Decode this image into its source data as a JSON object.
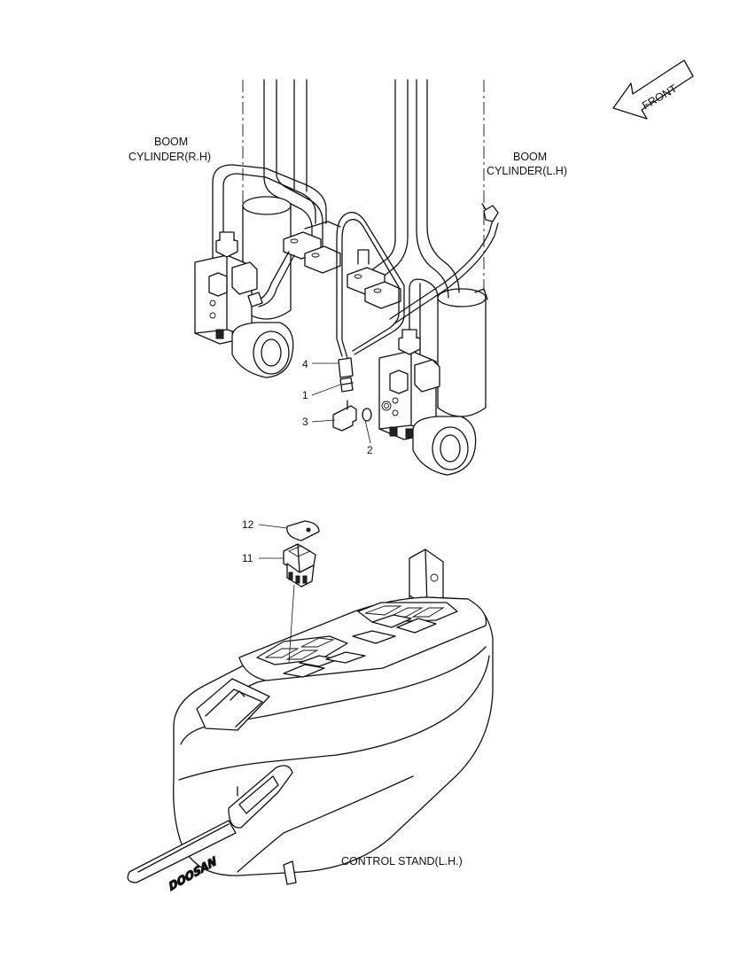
{
  "labels": {
    "boom_rh_line1": "BOOM",
    "boom_rh_line2": "CYLINDER(R.H)",
    "boom_lh_line1": "BOOM",
    "boom_lh_line2": "CYLINDER(L.H)",
    "control_stand": "CONTROL STAND(L.H.)",
    "front_arrow": "FRONT",
    "brand_logo": "DOOSAN"
  },
  "callouts": [
    {
      "id": "1",
      "label": "1"
    },
    {
      "id": "2",
      "label": "2"
    },
    {
      "id": "3",
      "label": "3"
    },
    {
      "id": "4",
      "label": "4"
    },
    {
      "id": "11",
      "label": "11"
    },
    {
      "id": "12",
      "label": "12"
    }
  ]
}
